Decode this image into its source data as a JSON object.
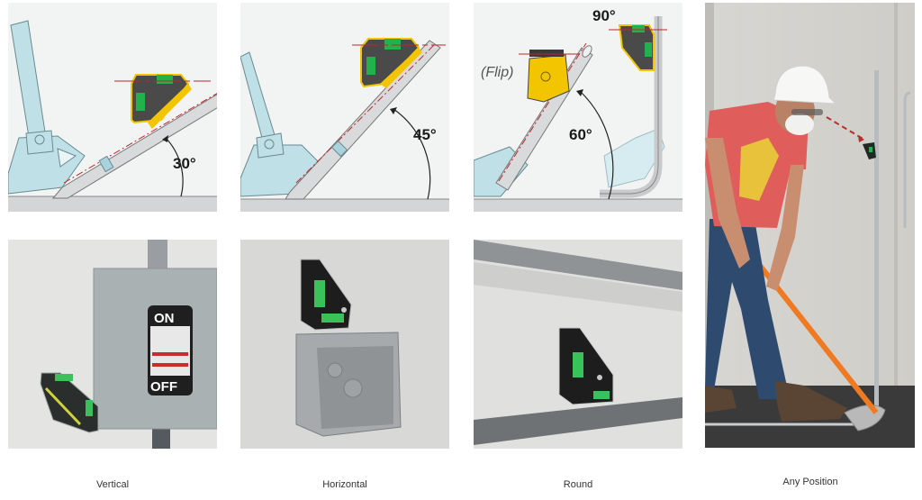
{
  "diagrams": [
    {
      "angle": "30°",
      "note": ""
    },
    {
      "angle": "45°",
      "note": ""
    },
    {
      "angle": "60°",
      "angle2": "90°",
      "note": "(Flip)"
    }
  ],
  "photos": [
    {
      "scene": "vertical-disconnect-box",
      "switch_on": "ON",
      "switch_off": "OFF"
    },
    {
      "scene": "horizontal-junction-box"
    },
    {
      "scene": "round-conduit"
    },
    {
      "scene": "any-position-worker"
    }
  ],
  "captions": [
    "Vertical",
    "Horizontal",
    "Round",
    "Any Position"
  ],
  "colors": {
    "background": "#ffffff",
    "diagram_bg": "#f2f4f4",
    "floor": "#d4d5d6",
    "bender": "#bfe0e6",
    "level_yellow": "#f3c400",
    "level_body": "#4a4a4a",
    "vial_green": "#22b24c",
    "guide_red": "#c0262c",
    "caption_text": "#333333"
  }
}
